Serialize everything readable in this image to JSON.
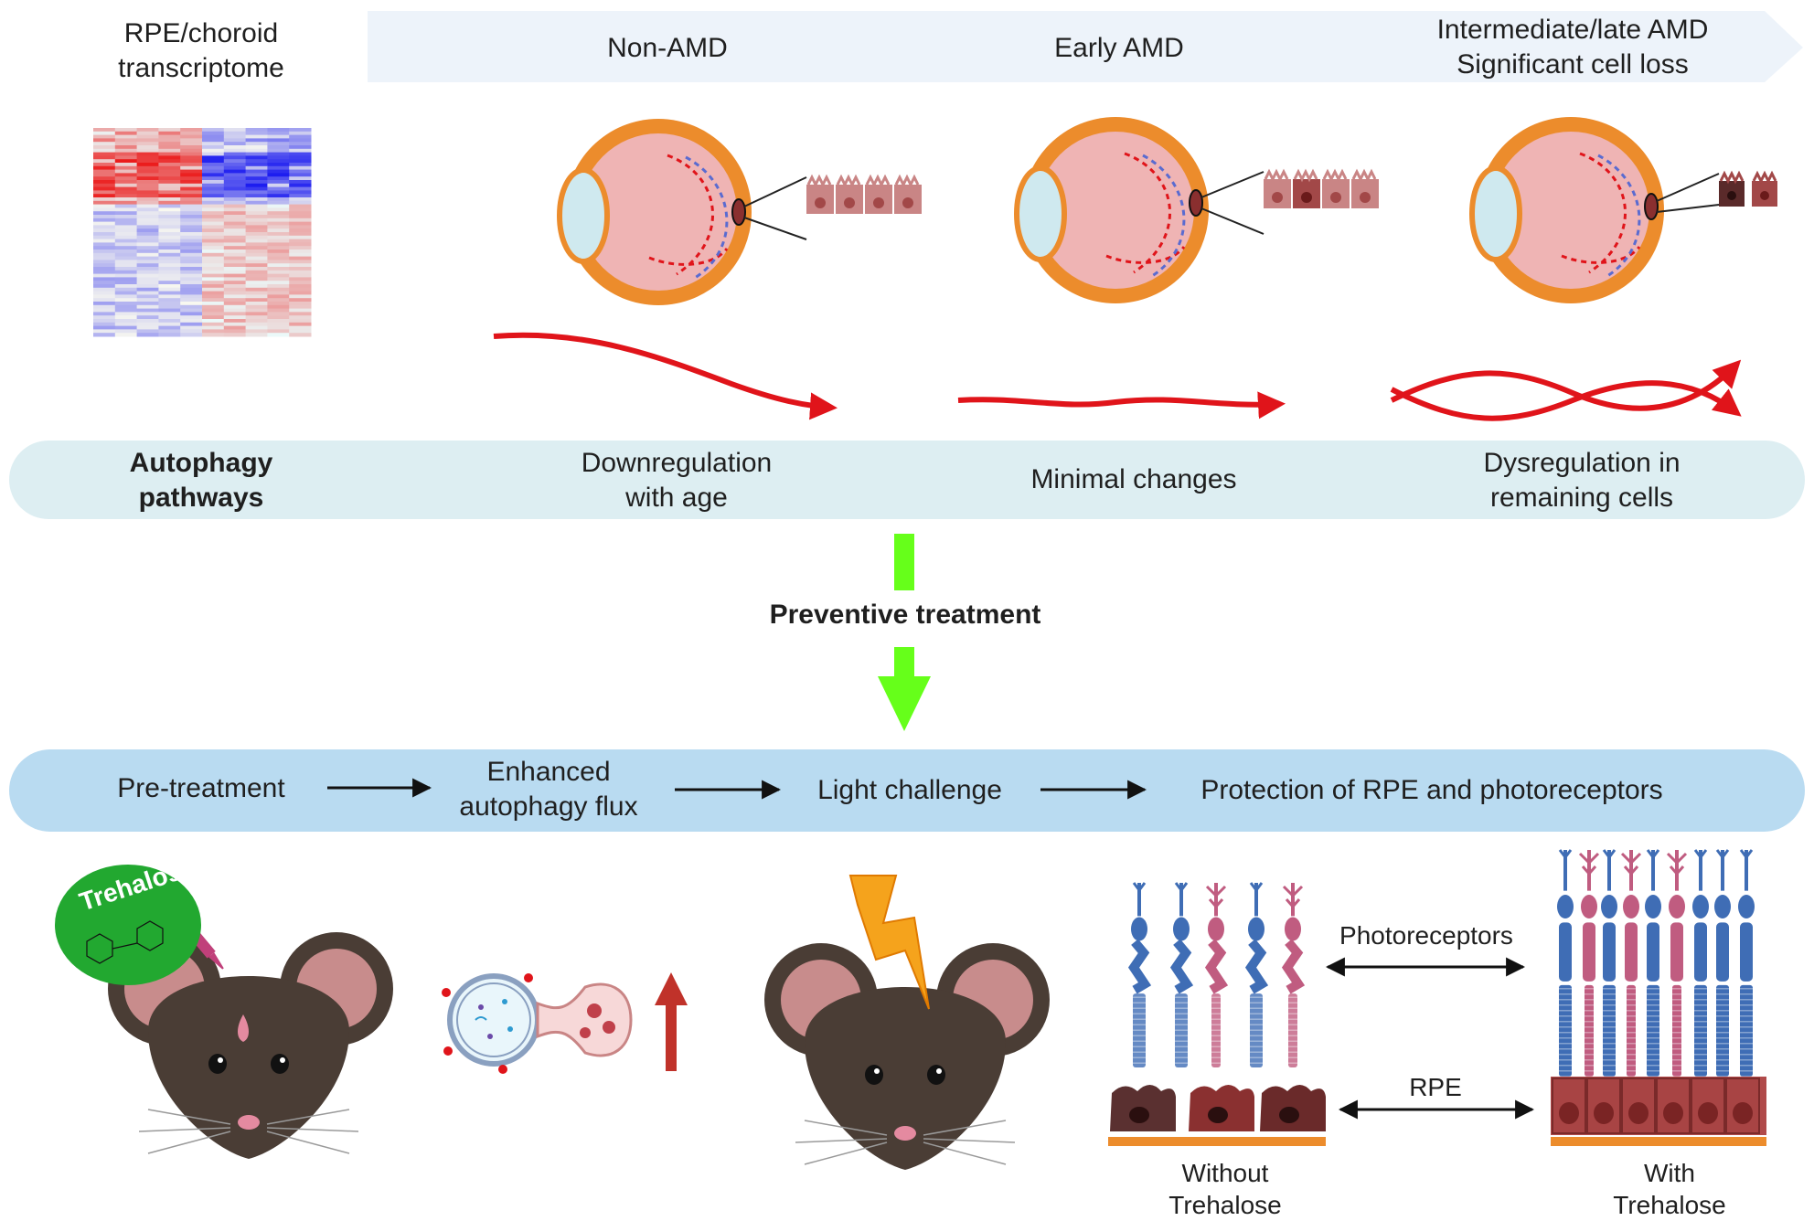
{
  "header": {
    "transcriptome_line1": "RPE/choroid",
    "transcriptome_line2": "transcriptome",
    "stage_non_amd": "Non-AMD",
    "stage_early_amd": "Early AMD",
    "stage_late_line1": "Intermediate/late AMD",
    "stage_late_line2": "Significant cell loss"
  },
  "autophagy_band": {
    "label_line1": "Autophagy",
    "label_line2": "pathways",
    "downregulation_line1": "Downregulation",
    "downregulation_line2": "with age",
    "minimal_changes": "Minimal changes",
    "dysregulation_line1": "Dysregulation in",
    "dysregulation_line2": "remaining cells"
  },
  "treatment": {
    "preventive_label": "Preventive treatment"
  },
  "workflow": {
    "step1": "Pre-treatment",
    "step2_line1": "Enhanced",
    "step2_line2": "autophagy flux",
    "step3": "Light challenge",
    "step4": "Protection of RPE and photoreceptors"
  },
  "illustrations": {
    "trehalose_label": "Trehalose",
    "photoreceptors_label": "Photoreceptors",
    "rpe_label": "RPE",
    "without_line1": "Without",
    "without_line2": "Trehalose",
    "with_line1": "With",
    "with_line2": "Trehalose"
  },
  "colors": {
    "stage_arrow": "#edf3fa",
    "autophagy_band": "#ddeef2",
    "workflow_band": "#b9dbf1",
    "trend_arrow": "#e0141a",
    "treatment_arrow": "#66ff1a",
    "eye_rim": "#ec8c2c",
    "eye_body": "#efb4b4",
    "mouse_fur": "#4a3d35",
    "rod_blue": "#3f6db5",
    "cone_pink": "#c05c80",
    "rpe_brown": "#8a2f2f"
  }
}
